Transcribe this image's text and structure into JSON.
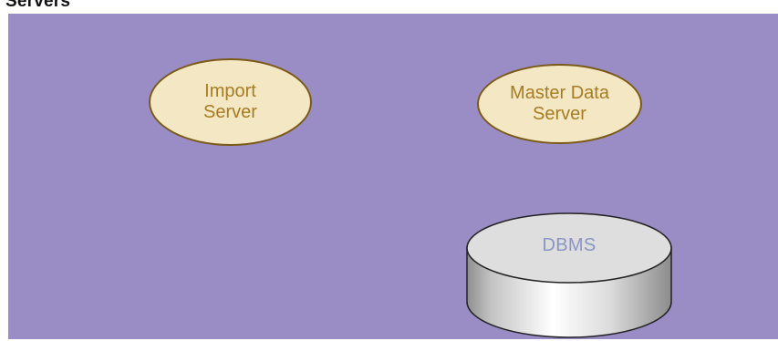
{
  "heading": "Servers",
  "nodes": {
    "import_server": {
      "line1": "Import",
      "line2": "Server"
    },
    "master_data_server": {
      "line1": "Master Data",
      "line2": "Server"
    },
    "dbms": {
      "label": "DBMS"
    }
  },
  "colors": {
    "panel": "#9a8dc6",
    "server_fill": "#f4e8c4",
    "server_border": "#7a5a16",
    "server_text": "#a57c22",
    "dbms_text": "#8a95c6"
  }
}
